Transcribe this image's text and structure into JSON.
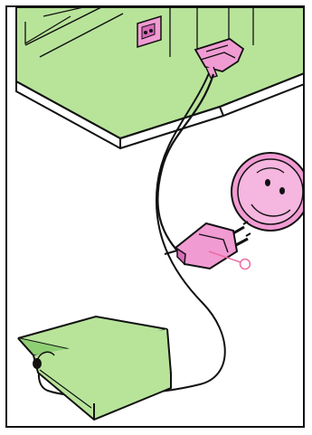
{
  "illustration": {
    "subject": "power-cord-and-foot-pedal-connection",
    "colors": {
      "machine_green": "#b8e49a",
      "machine_green_dark": "#8fcf73",
      "plug_pink": "#f19bd3",
      "plug_pink_dark": "#d86bb9",
      "line": "#111111",
      "callout": "#ee6aa5"
    },
    "parts": [
      "machine-base",
      "machine-power-socket",
      "power-cord-plug-machine-end",
      "wall-plug",
      "wall-socket",
      "foot-controller"
    ]
  }
}
